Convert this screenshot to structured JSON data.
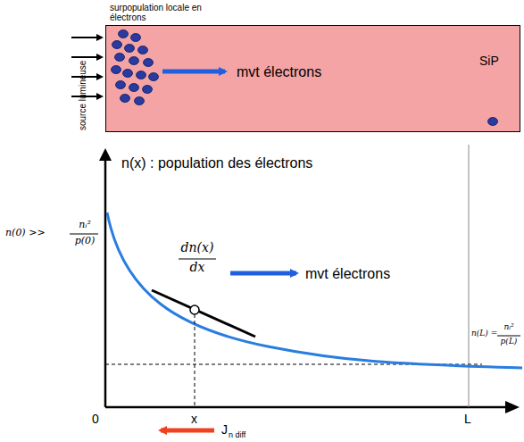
{
  "diagram": {
    "nodes": [
      {
        "text": [
          "surpopulation locale en électrons",
          "mvt électrons",
          "SiP"
        ]
      }
    ],
    "labels": [
      "source lumineuse",
      "n(x) : population des électrons",
      "n(0) >>",
      "nᵢ²",
      "p(0)",
      "dn(x)",
      "dx",
      "mvt électrons",
      "n(L) =",
      "nᵢ²",
      "p(L)",
      "0",
      "x",
      "L",
      "J",
      "n diff"
    ]
  }
}
